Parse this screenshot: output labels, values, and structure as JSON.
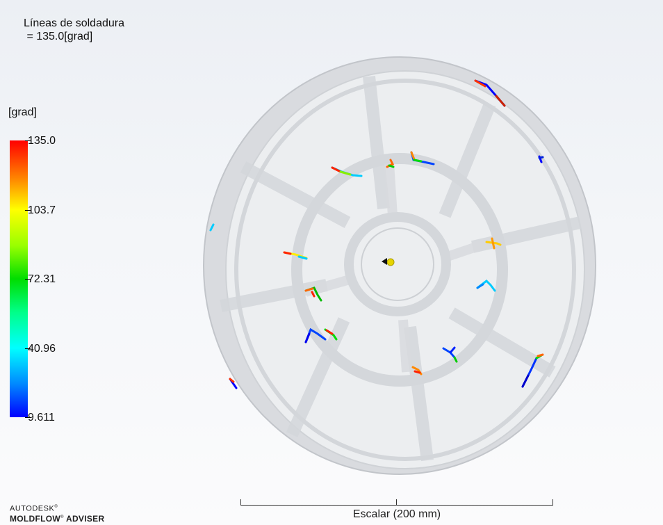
{
  "header": {
    "title_line1": "Líneas de soldadura",
    "title_line2": " = 135.0[grad]"
  },
  "legend": {
    "units": "[grad]",
    "ticks": [
      "135.0",
      "103.7",
      "72.31",
      "40.96",
      "9.611"
    ],
    "colors": {
      "max": "#ff0000",
      "mid": "#00dd00",
      "min": "#0000ff"
    }
  },
  "branding": {
    "line1": "AUTODESK",
    "mark1": "®",
    "line2": "MOLDFLOW",
    "mark2": "®",
    "line3": "ADVISER"
  },
  "scale": {
    "label": "Escalar (200 mm)"
  }
}
